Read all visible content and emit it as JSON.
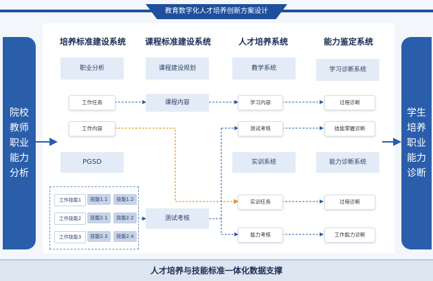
{
  "header": {
    "title": "教育数字化人才培养创新方案设计"
  },
  "left_panel": {
    "label": "院校教师职业能力分析"
  },
  "right_panel": {
    "label": "学生培养职业能力诊断"
  },
  "columns": [
    {
      "title": "培养标准建设系统"
    },
    {
      "title": "课程标准建设系统"
    },
    {
      "title": "人才培养系统"
    },
    {
      "title": "能力鉴定系统"
    }
  ],
  "col1": {
    "sub": "职业分析",
    "task": "工作任务",
    "content": "工作内容",
    "pgsd": "PGSD"
  },
  "col2": {
    "sub": "课程建设规划",
    "course_content": "课程内容",
    "test": "测试考核"
  },
  "col3": {
    "sub": "教学系统",
    "learn": "学习内容",
    "exam": "测试考核",
    "training": "实训系统",
    "training_task": "实训任务",
    "ability_exam": "能力考核"
  },
  "col4": {
    "sub": "学习诊断系统",
    "process1": "过程诊断",
    "skill_diag": "技能掌握诊断",
    "ability_system": "能力诊断系统",
    "process2": "过程诊断",
    "work_ability": "工作能力诊断"
  },
  "skills": {
    "rows": [
      {
        "skill": "工作技能1",
        "a": "技能1.1",
        "b": "技能1.2"
      },
      {
        "skill": "工作技能2",
        "a": "技能2.1",
        "b": "技能2.2"
      },
      {
        "skill": "工作技能3",
        "a": "技能2.3",
        "b": "技能2.4"
      }
    ]
  },
  "footer": {
    "label": "人才培养与技能标准一体化数据支撑"
  }
}
